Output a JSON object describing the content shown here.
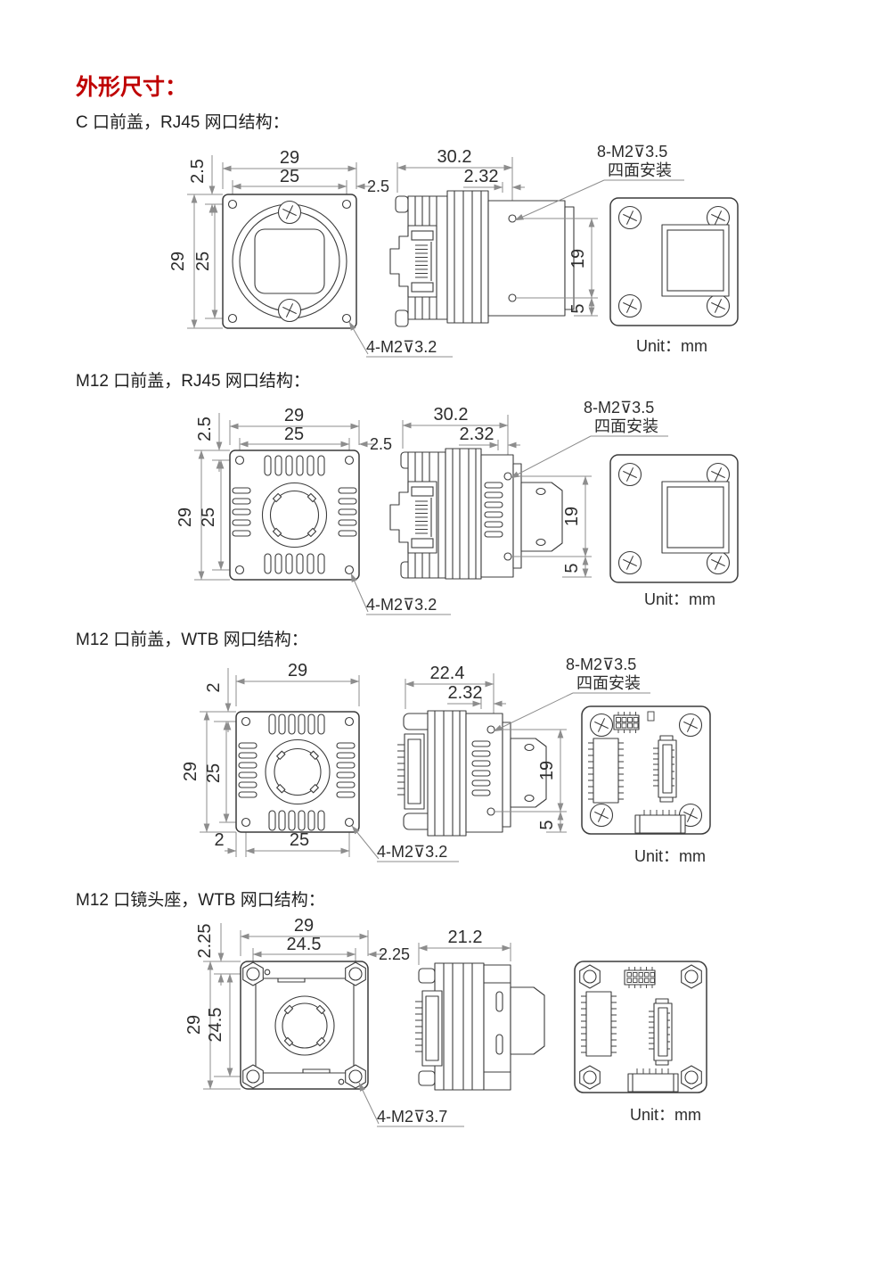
{
  "title": "外形尺寸：",
  "sections": [
    {
      "label": "C 口前盖，RJ45 网口结构：",
      "front": {
        "width": "29",
        "inner_width": "25",
        "offset_top": "2.5",
        "offset_right": "2.5",
        "height": "29",
        "inner_height": "25"
      },
      "side": {
        "length": "30.2",
        "hole_offset": "2.32",
        "hole_span": "19",
        "hole_bottom": "5"
      },
      "callout_front": "4-M2⊽3.2",
      "callout_side_1": "8-M2⊽3.5",
      "callout_side_2": "四面安装",
      "unit": "Unit：mm"
    },
    {
      "label": "M12 口前盖，RJ45 网口结构：",
      "front": {
        "width": "29",
        "inner_width": "25",
        "offset_top": "2.5",
        "offset_right": "2.5",
        "height": "29",
        "inner_height": "25"
      },
      "side": {
        "length": "30.2",
        "hole_offset": "2.32",
        "hole_span": "19",
        "hole_bottom": "5"
      },
      "callout_front": "4-M2⊽3.2",
      "callout_side_1": "8-M2⊽3.5",
      "callout_side_2": "四面安装",
      "unit": "Unit：mm"
    },
    {
      "label": "M12 口前盖，WTB 网口结构：",
      "front": {
        "width": "29",
        "offset_top": "2",
        "offset_bottom": "2",
        "inner_width_bottom": "25",
        "height": "29",
        "inner_height": "25"
      },
      "side": {
        "length": "22.4",
        "hole_offset": "2.32",
        "hole_span": "19",
        "hole_bottom": "5"
      },
      "callout_front": "4-M2⊽3.2",
      "callout_side_1": "8-M2⊽3.5",
      "callout_side_2": "四面安装",
      "unit": "Unit：mm"
    },
    {
      "label": "M12 口镜头座，WTB 网口结构：",
      "front": {
        "width": "29",
        "inner_width": "24.5",
        "offset_top": "2.25",
        "offset_right": "2.25",
        "height": "29",
        "inner_height": "24.5"
      },
      "side": {
        "length": "21.2"
      },
      "callout_front": "4-M2⊽3.7",
      "unit": "Unit：mm"
    }
  ]
}
